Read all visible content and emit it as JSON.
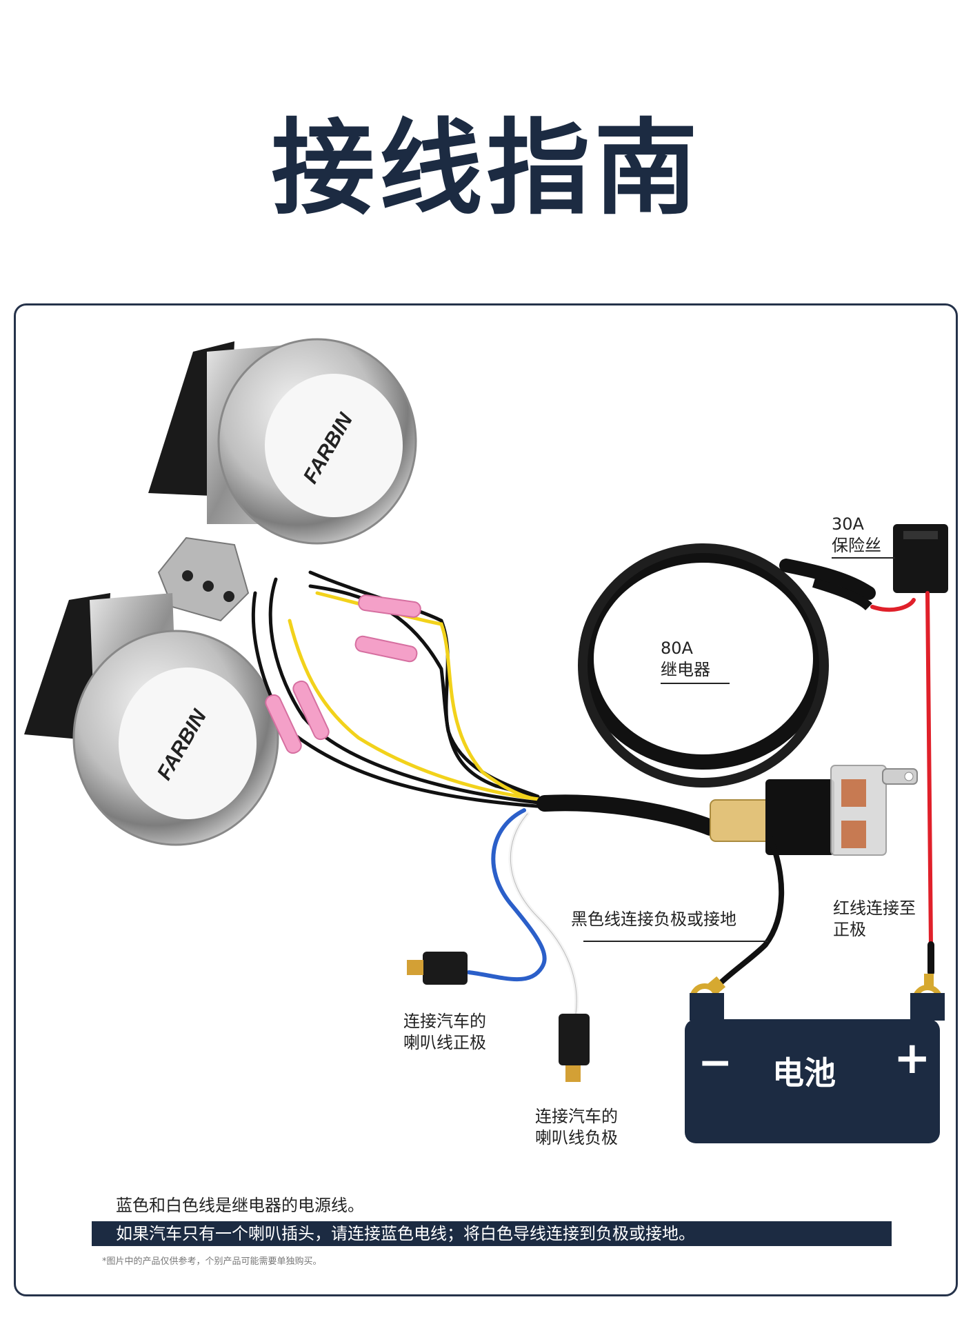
{
  "page": {
    "title": "接线指南"
  },
  "brand": {
    "logo_text": "FARBIN"
  },
  "labels": {
    "fuse": "30A\n保险丝",
    "relay": "80A\n继电器",
    "black_wire": "黑色线连接负极或接地",
    "red_wire": "红线连接至\n正极",
    "horn_positive": "连接汽车的\n喇叭线正极",
    "horn_negative": "连接汽车的\n喇叭线负极",
    "battery": "电池",
    "battery_minus": "−",
    "battery_plus": "+"
  },
  "notes": {
    "line1": "蓝色和白色线是继电器的电源线。",
    "line2": "如果汽车只有一个喇叭插头，请连接蓝色电线；将白色导线连接到负极或接地。",
    "disclaimer": "*图片中的产品仅供参考，个别产品可能需要单独购买。"
  },
  "colors": {
    "navy": "#1c2b42",
    "red_wire": "#e0202a",
    "yellow_wire": "#f2d21b",
    "blue_wire": "#2b5fc9",
    "black_wire": "#111111"
  }
}
